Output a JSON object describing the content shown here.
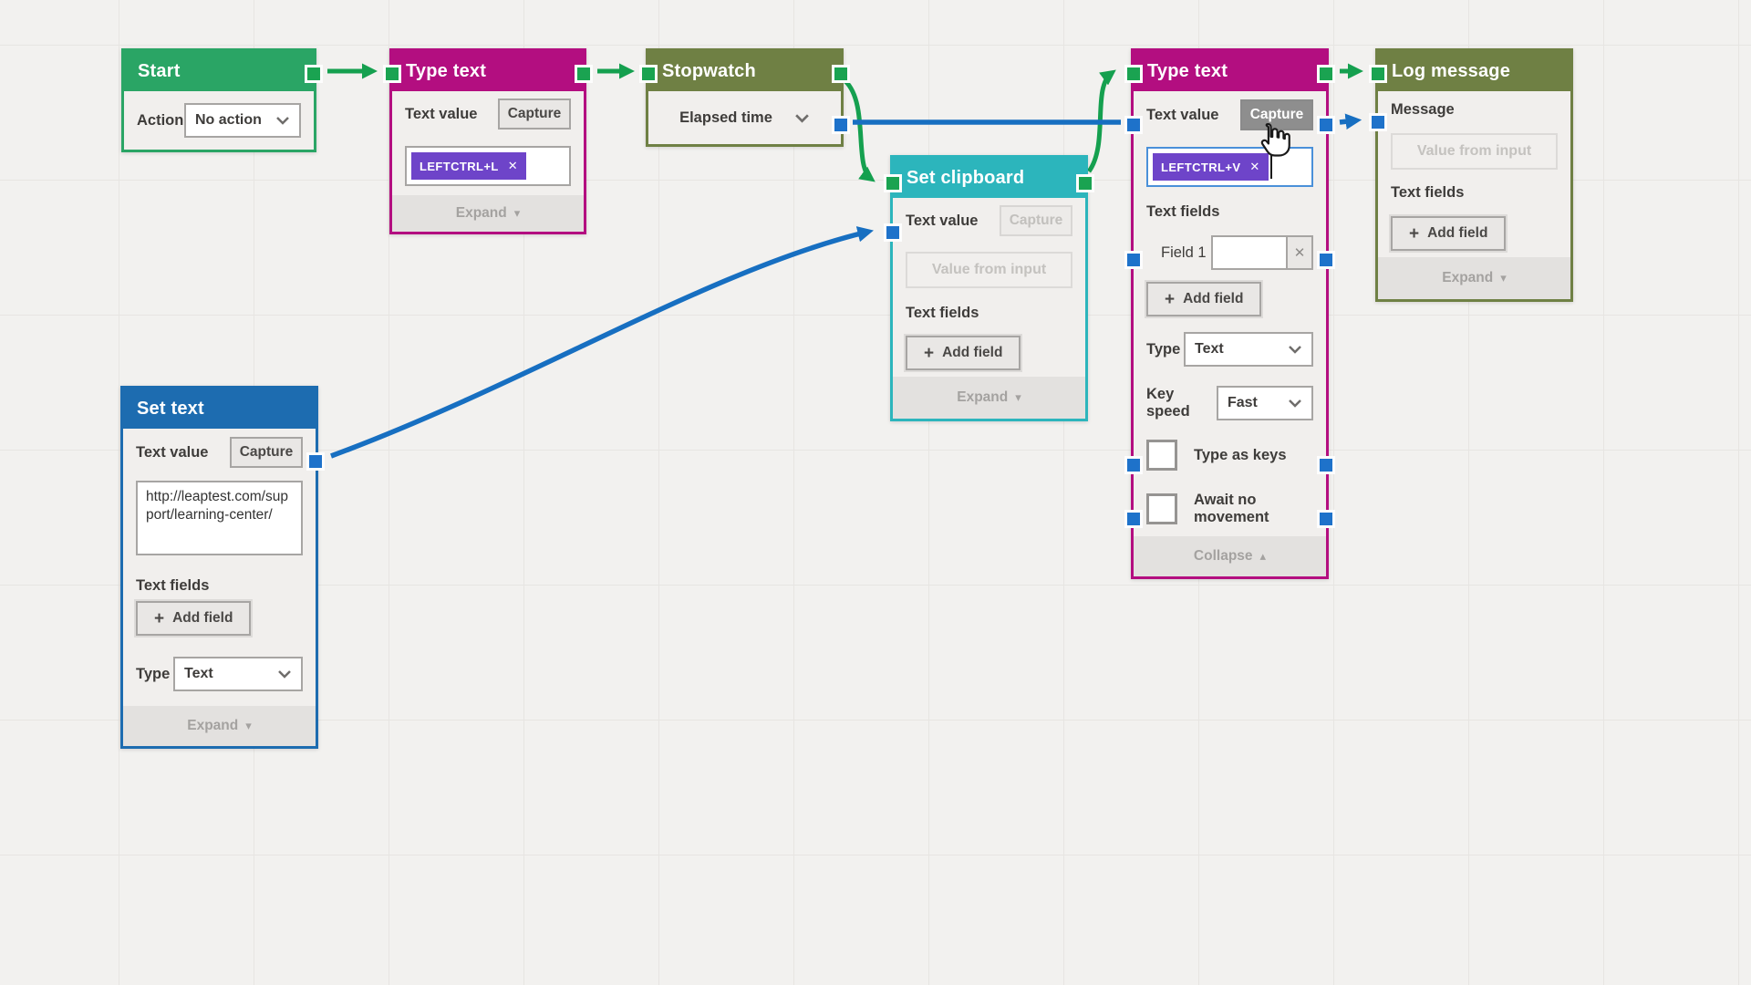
{
  "colors": {
    "green": "#2aa565",
    "magenta": "#b30e80",
    "olive": "#6f8044",
    "teal": "#2cb5bc",
    "blue": "#1d6cb0",
    "port_green": "#1aa351",
    "port_blue": "#1e72ca",
    "arrow_green": "#15a04f",
    "arrow_blue": "#176fc1",
    "tag_purple": "#6e44c9"
  },
  "icons": {
    "plus": "+",
    "close": "✕",
    "chevron_down": "▾",
    "chevron_up": "▴"
  },
  "nodes": {
    "start": {
      "title": "Start",
      "action_label": "Action",
      "action_value": "No action"
    },
    "type_text_1": {
      "title": "Type text",
      "text_value_label": "Text value",
      "capture_label": "Capture",
      "key_tag": "LEFTCTRL+L",
      "expand_label": "Expand"
    },
    "stopwatch": {
      "title": "Stopwatch",
      "output_label": "Elapsed time"
    },
    "set_clipboard": {
      "title": "Set clipboard",
      "text_value_label": "Text value",
      "capture_label": "Capture",
      "input_placeholder": "Value from input",
      "text_fields_label": "Text fields",
      "add_field_label": "Add field",
      "expand_label": "Expand"
    },
    "type_text_2": {
      "title": "Type text",
      "text_value_label": "Text value",
      "capture_label": "Capture",
      "key_tag": "LEFTCTRL+V",
      "text_fields_label": "Text fields",
      "field_label": "Field 1",
      "add_field_label": "Add field",
      "type_label": "Type",
      "type_value": "Text",
      "key_speed_label": "Key speed",
      "key_speed_value": "Fast",
      "type_as_keys_label": "Type as keys",
      "await_no_movement_label": "Await no movement",
      "collapse_label": "Collapse"
    },
    "log_message": {
      "title": "Log message",
      "message_label": "Message",
      "input_placeholder": "Value from input",
      "text_fields_label": "Text fields",
      "add_field_label": "Add field",
      "expand_label": "Expand"
    },
    "set_text": {
      "title": "Set text",
      "text_value_label": "Text value",
      "capture_label": "Capture",
      "text_value": "http://leaptest.com/support/learning-center/",
      "text_fields_label": "Text fields",
      "add_field_label": "Add field",
      "type_label": "Type",
      "type_value": "Text",
      "expand_label": "Expand"
    }
  }
}
